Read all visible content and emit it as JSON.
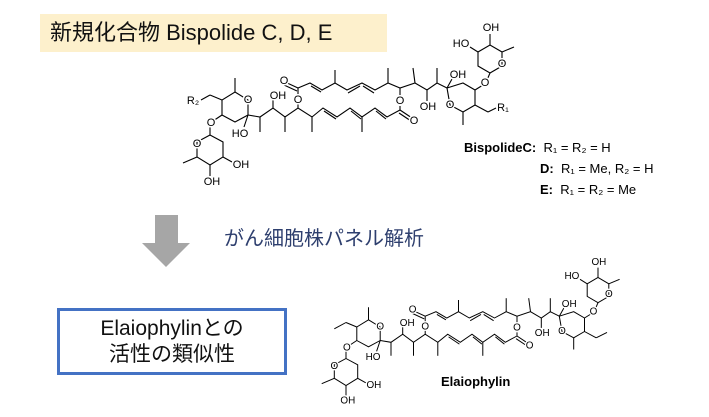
{
  "title": "新規化合物 Bispolide C, D, E",
  "subtitle": "がん細胞株パネル解析",
  "result_box": {
    "line1": "Elaiophylinとの",
    "line2": "活性の類似性"
  },
  "legend": [
    {
      "name": "BispolideC:",
      "formula": "R₁ = R₂ = H"
    },
    {
      "name": "D:",
      "formula": "R₁ = Me, R₂ = H"
    },
    {
      "name": "E:",
      "formula": "R₁ = R₂ = Me"
    }
  ],
  "elaiophylin_label": "Elaiophylin",
  "atom_labels": {
    "o": "O",
    "oh": "OH",
    "ho": "HO",
    "r1": "R₁",
    "r2": "R₂"
  },
  "colors": {
    "title_bg": "#fdf0cc",
    "box_border": "#4472c4",
    "subtitle": "#2e3f6e",
    "arrow": "#a6a6a6"
  }
}
